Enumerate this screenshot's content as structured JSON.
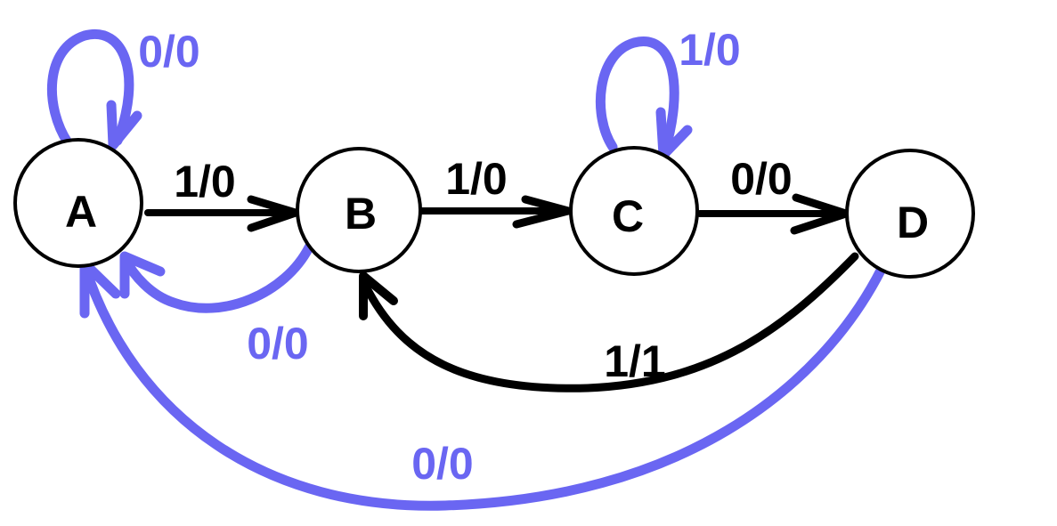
{
  "colors": {
    "black_edge": "#000000",
    "blue_edge": "#6a66f2",
    "node_stroke": "#000000",
    "node_fill": "#ffffff"
  },
  "diagram": {
    "type": "state-diagram",
    "nodes": [
      {
        "id": "A",
        "label": "A"
      },
      {
        "id": "B",
        "label": "B"
      },
      {
        "id": "C",
        "label": "C"
      },
      {
        "id": "D",
        "label": "D"
      }
    ],
    "edges": [
      {
        "id": "a-self",
        "from": "A",
        "to": "A",
        "label": "0/0",
        "color": "blue"
      },
      {
        "id": "a-b",
        "from": "A",
        "to": "B",
        "label": "1/0",
        "color": "black"
      },
      {
        "id": "b-c",
        "from": "B",
        "to": "C",
        "label": "1/0",
        "color": "black"
      },
      {
        "id": "c-self",
        "from": "C",
        "to": "C",
        "label": "1/0",
        "color": "blue"
      },
      {
        "id": "c-d",
        "from": "C",
        "to": "D",
        "label": "0/0",
        "color": "black"
      },
      {
        "id": "b-a",
        "from": "B",
        "to": "A",
        "label": "0/0",
        "color": "blue"
      },
      {
        "id": "d-b",
        "from": "D",
        "to": "B",
        "label": "1/1",
        "color": "black"
      },
      {
        "id": "d-a",
        "from": "D",
        "to": "A",
        "label": "0/0",
        "color": "blue"
      }
    ]
  }
}
